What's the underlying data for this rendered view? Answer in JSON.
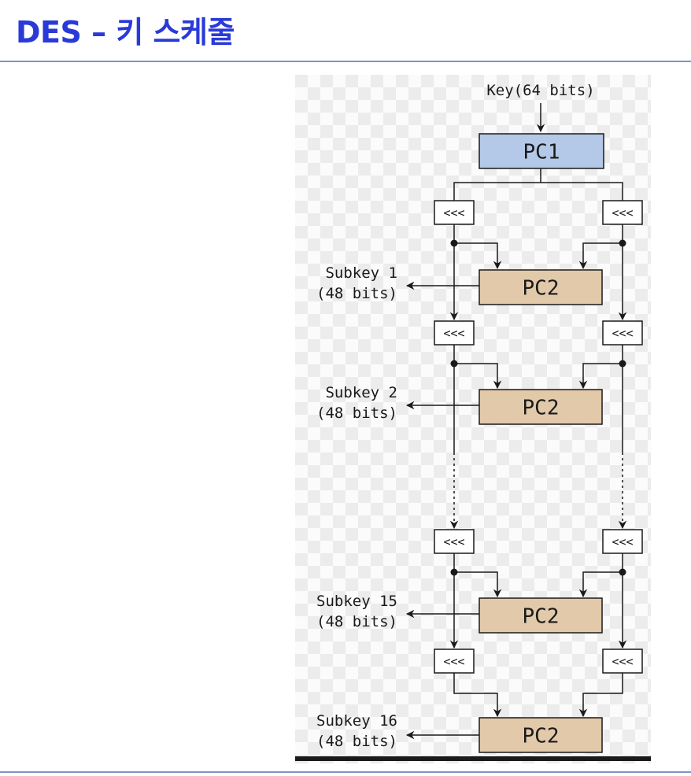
{
  "page": {
    "title": "DES – 키 스케줄"
  },
  "diagram": {
    "input_label": "Key(64 bits)",
    "pc1_label": "PC1",
    "pc2_label": "PC2",
    "shift_label": "<<<",
    "subkeys": [
      {
        "name": "Subkey 1",
        "bits": "(48 bits)"
      },
      {
        "name": "Subkey 2",
        "bits": "(48 bits)"
      },
      {
        "name": "Subkey 15",
        "bits": "(48 bits)"
      },
      {
        "name": "Subkey 16",
        "bits": "(48 bits)"
      }
    ],
    "colors": {
      "title": "#2a3ad8",
      "rule": "#7f93c4",
      "pc1_fill": "#b4c8e8",
      "pc2_fill": "#e2c9aa",
      "line": "#1a1a1a"
    }
  }
}
